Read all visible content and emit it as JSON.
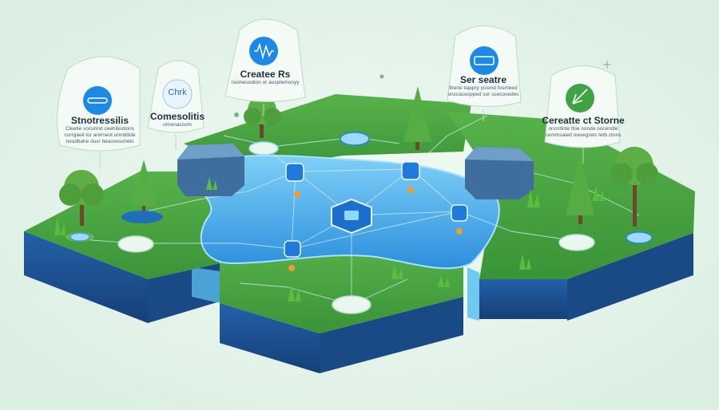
{
  "callouts": [
    {
      "title": "Stnotressilis",
      "desc": [
        "Cleetie vocunnd ceehilestions",
        "corrgaeil tor arerneot unnddide",
        "noodbahe duxr beaosesshets"
      ],
      "icon": "sensor-icon"
    },
    {
      "title": "Comesolitis",
      "desc": [
        "ornenascom"
      ],
      "icon_text": "Chrk",
      "icon": "text-icon"
    },
    {
      "title": "Createe Rs",
      "desc": [
        "rsomesodion or ausplemonyy"
      ],
      "icon": "waveform-icon"
    },
    {
      "title": "Ser seatre",
      "desc": [
        "tlrene tiappry yusmd fosmeed",
        "onccacecpped sor scecosedes"
      ],
      "icon": "panel-icon"
    },
    {
      "title": "Cereatte ct Storne",
      "desc": [
        "oncrdinte thie oonde oocendle",
        "cemmsaied owsegrets tetb ctons"
      ],
      "icon": "leaf-icon"
    }
  ],
  "colors": {
    "background": "#e6f5ec",
    "grass": "#3f9e3c",
    "soil": "#1d4f8f",
    "water": "#4fb3ec",
    "accent": "#1976d2"
  }
}
